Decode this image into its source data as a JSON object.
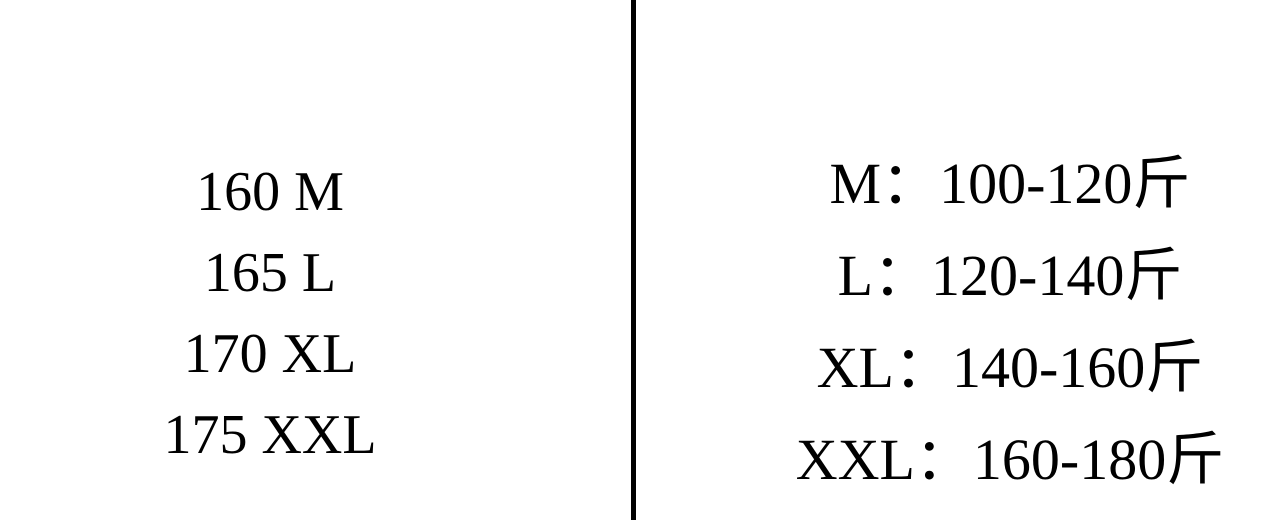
{
  "height_sizes": [
    "160 M",
    "165 L",
    "170 XL",
    "175 XXL"
  ],
  "weight_sizes": [
    "M：100-120斤",
    "L：120-140斤",
    "XL：140-160斤",
    "XXL：160-180斤"
  ]
}
